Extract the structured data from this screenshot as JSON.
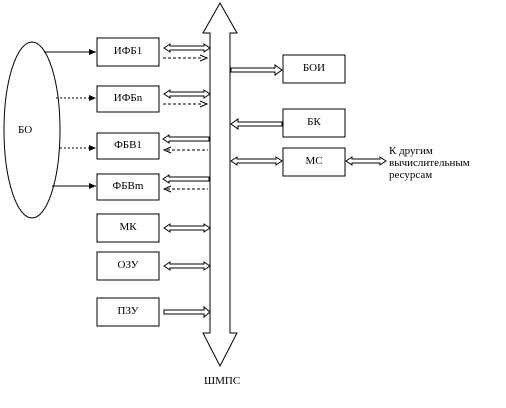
{
  "source_unit": "БО",
  "bus": "ШМПС",
  "left_blocks": [
    "ИФБ1",
    "ИФБn",
    "ФБВ1",
    "ФБВm",
    "МК",
    "ОЗУ",
    "ПЗУ"
  ],
  "right_blocks": [
    "БОИ",
    "БК",
    "МС"
  ],
  "external": {
    "line1": "К другим",
    "line2": "вычислительным",
    "line3": "ресурсам"
  }
}
